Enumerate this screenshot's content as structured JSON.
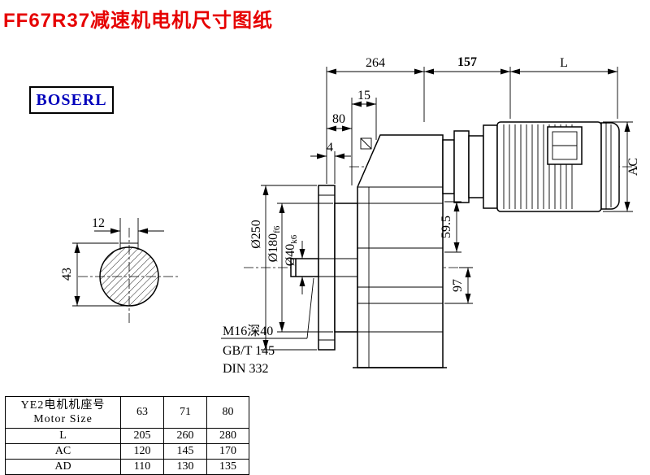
{
  "page": {
    "title": "FF67R37减速机电机尺寸图纸",
    "brand": "BOSERL"
  },
  "colors": {
    "title_red": "#e60000",
    "brand_blue": "#0000bb",
    "line_black": "#000000"
  },
  "drawing": {
    "dims": {
      "d264": "264",
      "d157": "157",
      "dL": "L",
      "d15": "15",
      "d80": "80",
      "d4": "4",
      "d12": "12",
      "d43": "43",
      "dia250": "Ø250",
      "dia180": "Ø180",
      "dia180_tol": "f6",
      "dia40": "Ø40",
      "dia40_tol": "k6",
      "d59_5": "59.5",
      "d97": "97",
      "dAC": "AC"
    },
    "notes": {
      "thread": "M16深40",
      "std_gb": "GB/T 145",
      "std_din": "DIN 332"
    }
  },
  "table": {
    "header": {
      "cn": "YE2电机机座号",
      "en": "Motor Size"
    },
    "size_cols": [
      "63",
      "71",
      "80"
    ],
    "rows": [
      {
        "label": "L",
        "values": [
          "205",
          "260",
          "280"
        ]
      },
      {
        "label": "AC",
        "values": [
          "120",
          "145",
          "170"
        ]
      },
      {
        "label": "AD",
        "values": [
          "110",
          "130",
          "135"
        ]
      }
    ]
  }
}
